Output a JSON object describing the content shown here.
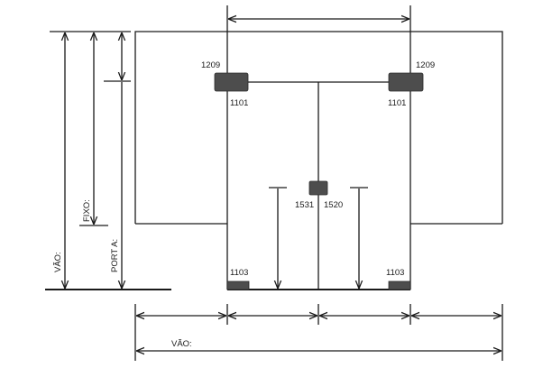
{
  "diagram": {
    "part_labels": {
      "top_pivot_left": "1209",
      "top_pivot_right": "1209",
      "top_clamp_left": "1101",
      "top_clamp_right": "1101",
      "bottom_clamp_left": "1103",
      "bottom_clamp_right": "1103",
      "lock_left": "1531",
      "lock_right": "1520"
    },
    "dimension_labels": {
      "vao_height": "VÃO:",
      "porta_height": "PORT A:",
      "fixo_height": "FIXO:",
      "vao_width": "VÃO:"
    },
    "colors": {
      "line": "#1a1a1a",
      "fitting": "#4d4d4d",
      "background": "#ffffff"
    }
  }
}
